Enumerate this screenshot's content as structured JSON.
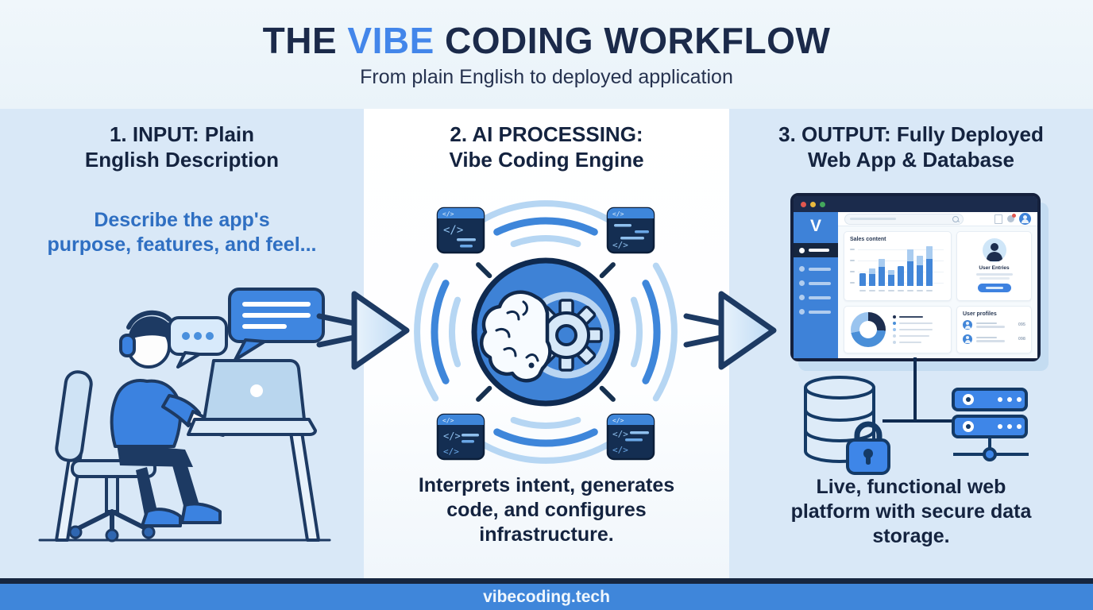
{
  "header": {
    "title": {
      "prefix": "THE ",
      "highlight": "VIBE",
      "suffix": " CODING WORKFLOW"
    },
    "subtitle": "From plain English to deployed application"
  },
  "steps": {
    "input": {
      "heading": "1. INPUT: Plain\nEnglish Description",
      "description": "Describe the app's\npurpose, features, and feel..."
    },
    "processing": {
      "heading": "2. AI PROCESSING:\nVibe Coding Engine",
      "description": "Interprets intent, generates\ncode, and configures\ninfrastructure.",
      "code_glyph": "</>"
    },
    "output": {
      "heading": "3. OUTPUT: Fully Deployed\nWeb App & Database",
      "description": "Live, functional web\nplatform with secure data\nstorage."
    }
  },
  "dashboard": {
    "logo": "V",
    "chart_card_title": "Sales content",
    "profile_card_title": "User Entries",
    "list_card_title": "User profiles",
    "list_rows": [
      {
        "value": "095"
      },
      {
        "value": "098"
      }
    ],
    "bars": [
      {
        "h": 16,
        "t": 0
      },
      {
        "h": 22,
        "t": 7
      },
      {
        "h": 34,
        "t": 10
      },
      {
        "h": 20,
        "t": 6
      },
      {
        "h": 25,
        "t": 0
      },
      {
        "h": 46,
        "t": 15
      },
      {
        "h": 38,
        "t": 12
      },
      {
        "h": 50,
        "t": 16
      }
    ],
    "donut_segments": [
      {
        "color": "#1d2e4f",
        "pct": 26
      },
      {
        "color": "#4a8fd8",
        "pct": 46
      },
      {
        "color": "#9ac4ef",
        "pct": 28
      }
    ],
    "legend": [
      {
        "dot": "#1d2e4f",
        "w": 30,
        "dark": true
      },
      {
        "dot": "#4a8fd8",
        "w": 42,
        "dark": false
      },
      {
        "dot": "#9ac4ef",
        "w": 42,
        "dark": false
      },
      {
        "dot": "#c9d9ea",
        "w": 38,
        "dark": false
      },
      {
        "dot": "#c9d9ea",
        "w": 28,
        "dark": false
      }
    ]
  },
  "footer": {
    "domain": "vibecoding.tech"
  },
  "colors": {
    "accent": "#3e82d8",
    "navy": "#16263f",
    "panel": "#d9e8f7",
    "footer_bar": "#3f86da"
  }
}
